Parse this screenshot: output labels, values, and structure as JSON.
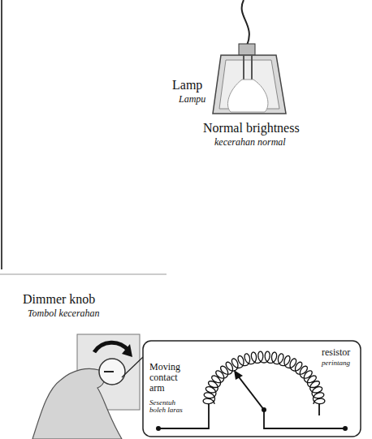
{
  "diagram": {
    "labels": [
      "Lamp",
      "Lampu",
      "Normal brightness",
      "kecerahan normal",
      "Dimmer knob",
      "Tombol kecerahan",
      "Moving contact arm",
      "Sesentuh boleh laras",
      "resistor",
      "perintang"
    ]
  }
}
